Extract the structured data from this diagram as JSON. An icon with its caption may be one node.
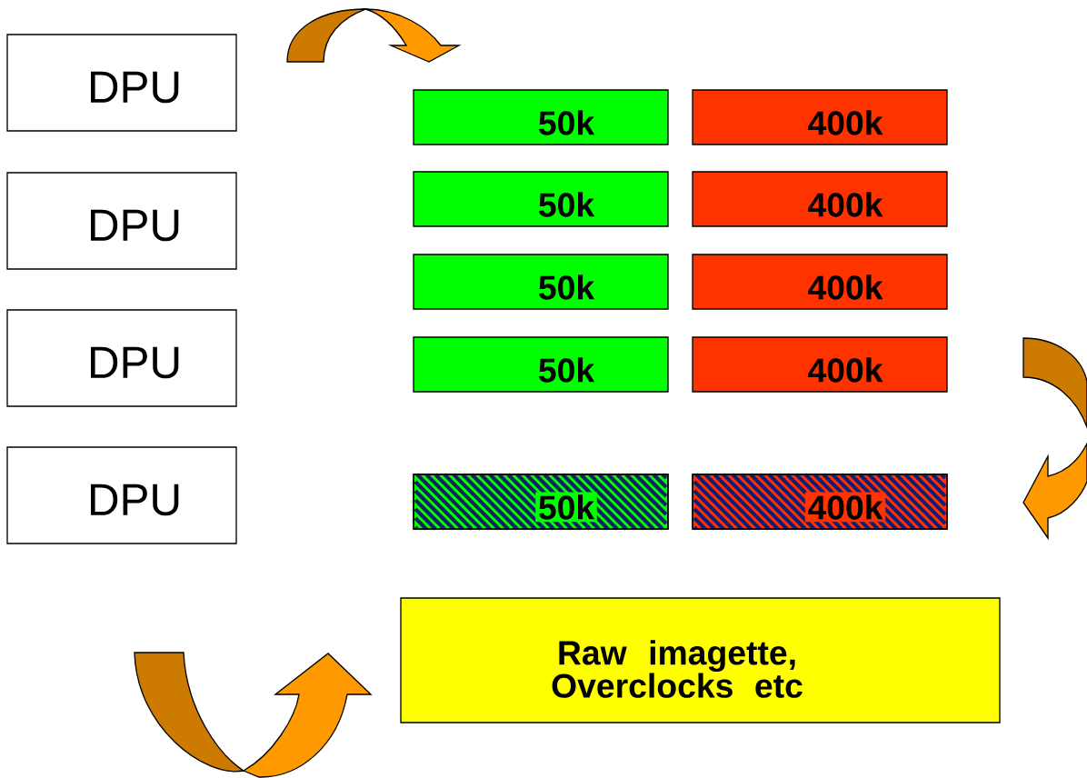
{
  "diagram": {
    "nodes": [
      {
        "text": [
          "DPU"
        ]
      },
      {
        "text": [
          "DPU"
        ]
      },
      {
        "text": [
          "DPU"
        ]
      },
      {
        "text": [
          "DPU"
        ]
      },
      {
        "text": [
          "50k"
        ]
      },
      {
        "text": [
          "400k"
        ]
      },
      {
        "text": [
          "50k"
        ]
      },
      {
        "text": [
          "400k"
        ]
      },
      {
        "text": [
          "50k"
        ]
      },
      {
        "text": [
          "400k"
        ]
      },
      {
        "text": [
          "50k"
        ]
      },
      {
        "text": [
          "400k"
        ]
      },
      {
        "text": [
          "50k"
        ]
      },
      {
        "text": [
          "400k"
        ]
      },
      {
        "text": [
          "Raw imagette, Overclocks etc"
        ]
      }
    ]
  }
}
